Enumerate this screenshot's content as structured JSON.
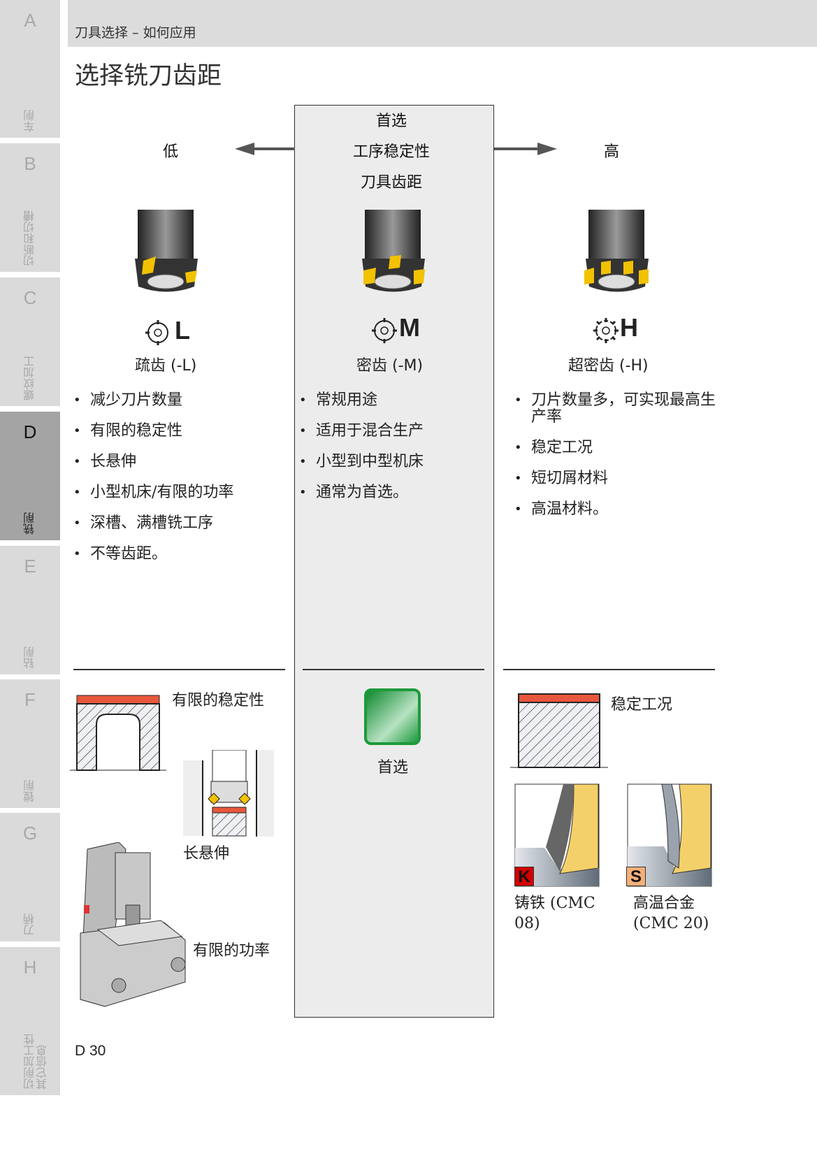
{
  "sidebar": {
    "tabs": [
      {
        "letter": "A",
        "label": "车削"
      },
      {
        "letter": "B",
        "label": "切断和切槽"
      },
      {
        "letter": "C",
        "label": "螺纹加工"
      },
      {
        "letter": "D",
        "label": "铣削",
        "active": true
      },
      {
        "letter": "E",
        "label": "钻削"
      },
      {
        "letter": "F",
        "label": "镗削"
      },
      {
        "letter": "G",
        "label": "刀柄"
      },
      {
        "letter": "H",
        "label": "切削加工性 其它信息"
      }
    ]
  },
  "header": {
    "breadcrumb": "刀具选择 – 如何应用"
  },
  "page_title": "选择铣刀齿距",
  "scale": {
    "low": "低",
    "high": "高",
    "center_lines": [
      "首选",
      "工序稳定性",
      "刀具齿距"
    ]
  },
  "columns": [
    {
      "letter": "L",
      "name": "疏齿 (-L)",
      "bullets": [
        "减少刀片数量",
        "有限的稳定性",
        "长悬伸",
        "小型机床/有限的功率",
        "深槽、满槽铣工序",
        "不等齿距。"
      ]
    },
    {
      "letter": "M",
      "name": "密齿 (-M)",
      "bullets": [
        "常规用途",
        "适用于混合生产",
        "小型到中型机床",
        "通常为首选。"
      ]
    },
    {
      "letter": "H",
      "name": "超密齿 (-H)",
      "bullets": [
        "刀片数量多，可实现最高生产率",
        "稳定工况",
        "短切屑材料",
        "高温材料。"
      ]
    }
  ],
  "illustrations": {
    "left": {
      "stability": "有限的稳定性",
      "overhang": "长悬伸",
      "power": "有限的功率"
    },
    "center": {
      "preferred": "首选"
    },
    "right": {
      "stable": "稳定工况",
      "k_badge": "K",
      "k_caption": "铸铁 (CMC 08)",
      "s_badge": "S",
      "s_caption": "高温合金 (CMC 20)"
    }
  },
  "colors": {
    "insert_yellow": "#f2c200",
    "red_strip": "#e8573c",
    "k_red": "#d40000",
    "s_orange": "#f5b07a",
    "green": "#1e9a3c"
  },
  "footer": {
    "page": "D 30"
  }
}
